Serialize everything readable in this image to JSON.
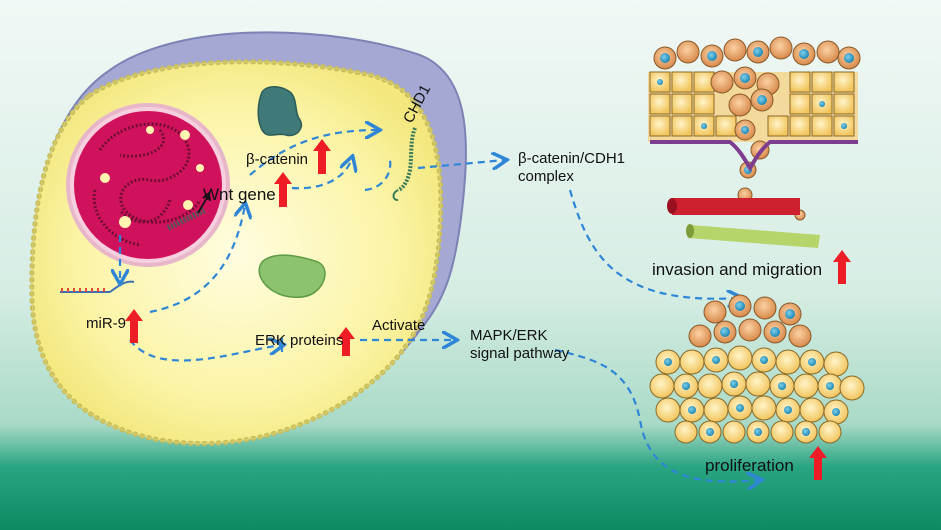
{
  "labels": {
    "beta_catenin": "β-catenin",
    "wnt_gene": "Wnt gene",
    "chd1": "CHD1",
    "mir9": "miR-9",
    "erk_proteins": "ERK proteins",
    "activate": "Activate",
    "complex_line1": "β-catenin/CDH1",
    "complex_line2": "complex",
    "mapk_line1": "MAPK/ERK",
    "mapk_line2": "signal pathway",
    "invasion": "invasion and migration",
    "proliferation": "proliferation"
  },
  "colors": {
    "arrow_up": "#ee1c24",
    "dashed_arrow": "#2f86d6",
    "cytoplasm": "#fbf7b4",
    "nucleus": "#d0125c",
    "membrane_beads": "#d8cf74",
    "background_top": "#eef7f3",
    "background_bottom": "#1c9a78"
  },
  "icons": {
    "increase": "red-up-arrow-icon"
  }
}
